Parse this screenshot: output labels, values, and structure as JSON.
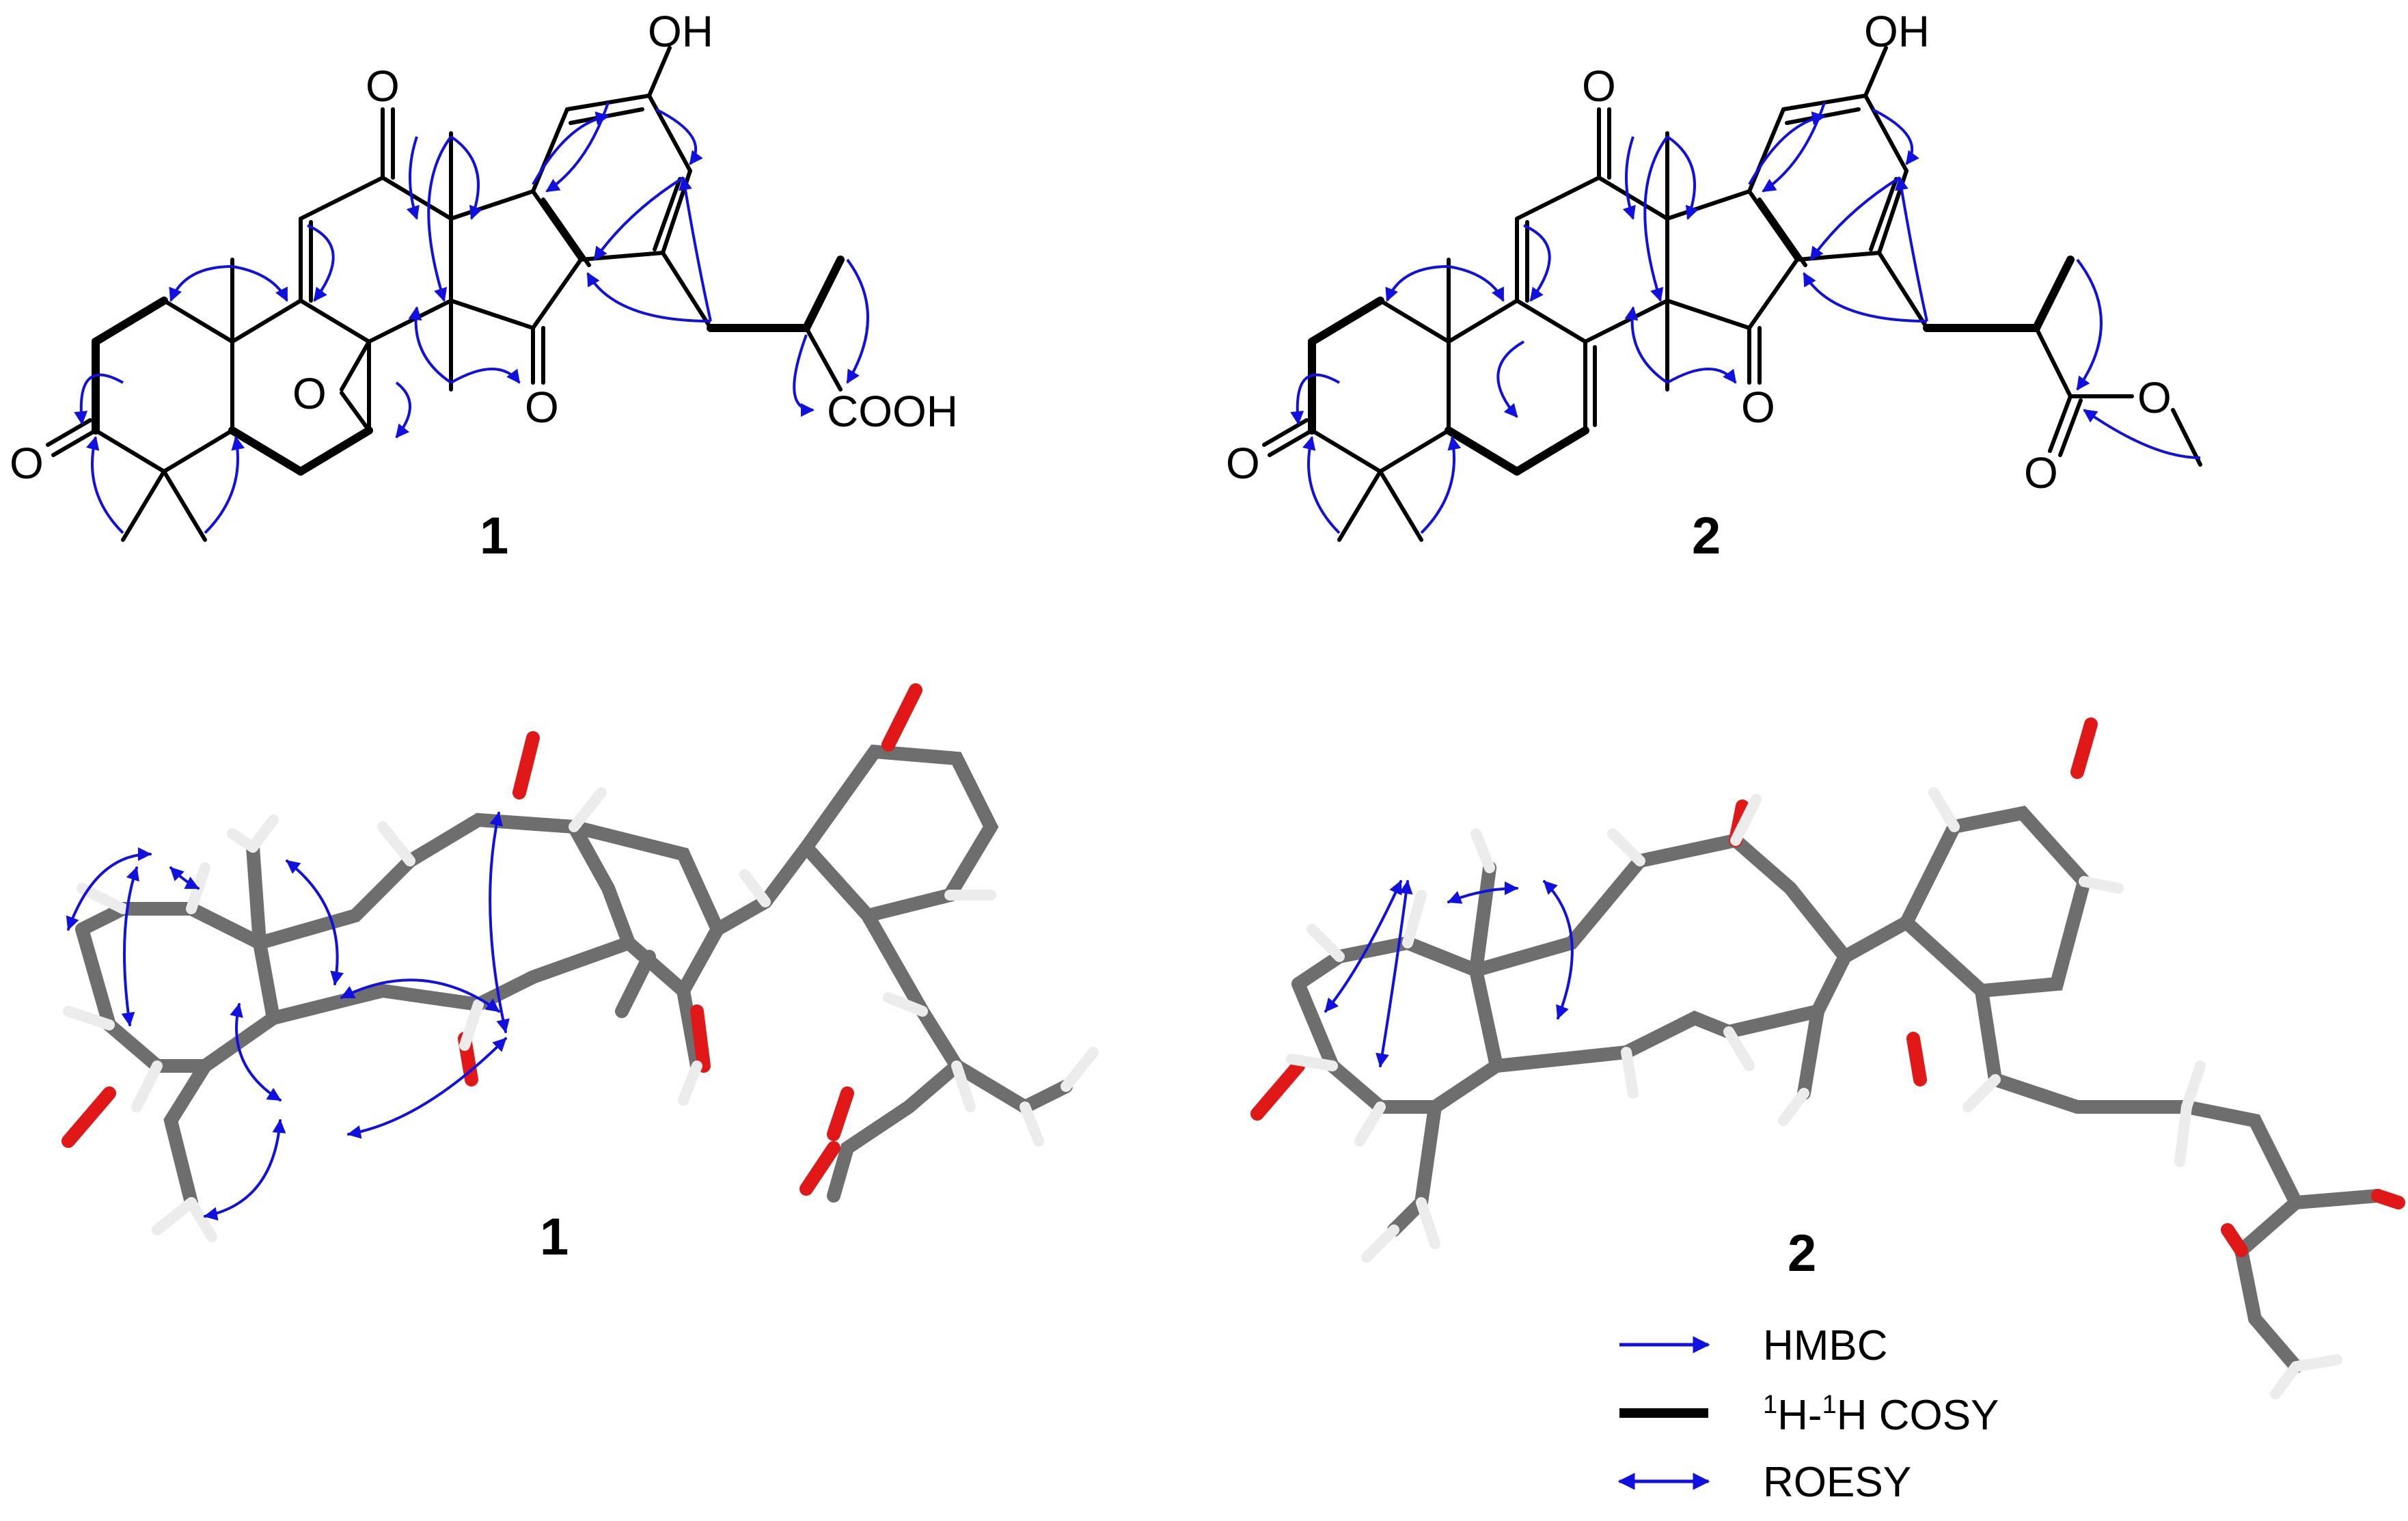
{
  "compounds": [
    {
      "id": "1",
      "carboxyl_label": "COOH",
      "hydroxyl_label": "OH",
      "keto_label": "O",
      "epoxide_label": "O"
    },
    {
      "id": "2",
      "ester_o_label": "O",
      "hydroxyl_label": "OH",
      "keto_label": "O"
    }
  ],
  "conformer_labels": [
    "1",
    "2"
  ],
  "legend": {
    "hmbc_label": "HMBC",
    "cosy_label_parts": [
      "1",
      "H-",
      "1",
      "H COSY"
    ],
    "roesy_label": "ROESY"
  },
  "colors": {
    "bond": "#000000",
    "correlation_arrow": "#1010e0",
    "carbon_stick": "#6e6e6e",
    "oxygen_stick": "#e01818",
    "hydrogen_stick": "#ececec"
  }
}
